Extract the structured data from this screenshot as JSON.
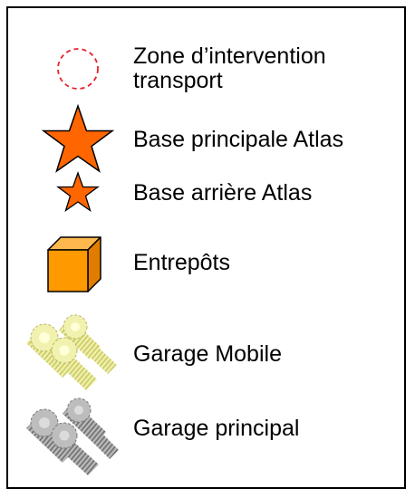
{
  "legend": {
    "items": [
      {
        "icon": "dashed-circle-icon",
        "label_line1": "Zone d’intervention",
        "label_line2": "transport",
        "color": "#e8202a"
      },
      {
        "icon": "large-star-icon",
        "label": "Base principale Atlas",
        "color": "#ff6600"
      },
      {
        "icon": "small-star-icon",
        "label": "Base arrière Atlas",
        "color": "#ff6600"
      },
      {
        "icon": "cube-icon",
        "label": "Entrepôts",
        "color": "#ff9900"
      },
      {
        "icon": "yellow-gears-icon",
        "label": "Garage Mobile",
        "color": "#e8e88a"
      },
      {
        "icon": "gray-gears-icon",
        "label": "Garage principal",
        "color": "#a8a8a8"
      }
    ]
  }
}
